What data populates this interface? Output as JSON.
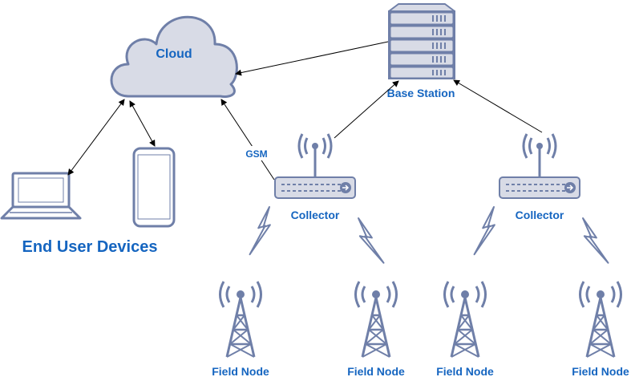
{
  "labels": {
    "cloud": "Cloud",
    "base_station": "Base Station",
    "gsm": "GSM",
    "end_user_devices": "End User Devices",
    "collector_left": "Collector",
    "collector_right": "Collector",
    "field_node_1": "Field Node",
    "field_node_2": "Field Node",
    "field_node_3": "Field Node",
    "field_node_4": "Field Node"
  },
  "colors": {
    "label": "#1565c0",
    "stroke": "#6f7fa8",
    "fill": "#d8dbe6",
    "arrow": "#000000"
  }
}
